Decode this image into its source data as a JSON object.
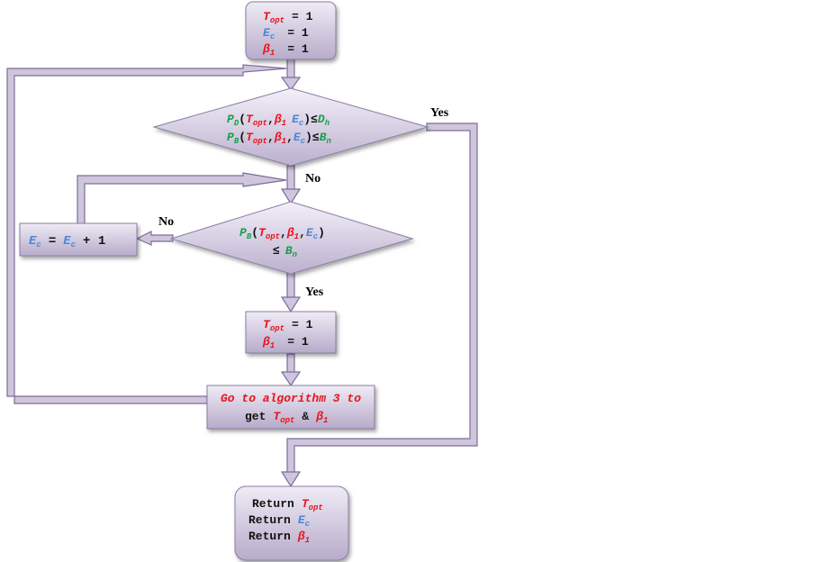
{
  "colors": {
    "T": "#e8141b",
    "beta": "#e8141b",
    "E": "#4a86d8",
    "P": "#17a04a",
    "box_fill_top": "#ece8f2",
    "box_fill_bottom": "#b9aecb",
    "arrow_fill": "#c8bdd8",
    "arrow_stroke": "#7c6e98"
  },
  "start": {
    "line1_sym": "T",
    "line1_sub": "opt",
    "line1_val": "= 1",
    "line2_sym": "E",
    "line2_sub": "c",
    "line2_val": "= 1",
    "line3_sym": "β",
    "line3_sub": "1",
    "line3_val": "= 1"
  },
  "decision1": {
    "p1": "P",
    "p1_sub": "D",
    "p2": "P",
    "p2_sub": "B",
    "t": "T",
    "t_sub": "opt",
    "b": "β",
    "b_sub": "1",
    "e": "E",
    "e_sub": "c",
    "dh": "D",
    "dh_sub": "h",
    "bn": "B",
    "bn_sub": "n",
    "open": "(",
    "close": ")",
    "comma": ",",
    "le": "≤"
  },
  "decision2": {
    "p": "P",
    "p_sub": "B",
    "t": "T",
    "t_sub": "opt",
    "b": "β",
    "b_sub": "1",
    "e": "E",
    "e_sub": "c",
    "le": "≤",
    "bn": "B",
    "bn_sub": "n",
    "open": "(",
    "close": ")",
    "comma": ","
  },
  "increment": {
    "e1": "E",
    "e1_sub": "c",
    "eq": "=",
    "e2": "E",
    "e2_sub": "c",
    "plus": "+ 1"
  },
  "reset": {
    "line1_sym": "T",
    "line1_sub": "opt",
    "line1_val": "= 1",
    "line2_sym": "β",
    "line2_sub": "1",
    "line2_val": "= 1"
  },
  "goto": {
    "line1": "Go to algorithm 3 to",
    "line2_pre": "get",
    "t": "T",
    "t_sub": "opt",
    "amp": "&",
    "b": "β",
    "b_sub": "1"
  },
  "end": {
    "ret": "Return",
    "t": "T",
    "t_sub": "opt",
    "e": "E",
    "e_sub": "c",
    "b": "β",
    "b_sub": "1"
  },
  "labels": {
    "yes_top": "Yes",
    "no_top": "No",
    "no_left": "No",
    "yes_mid": "Yes"
  }
}
